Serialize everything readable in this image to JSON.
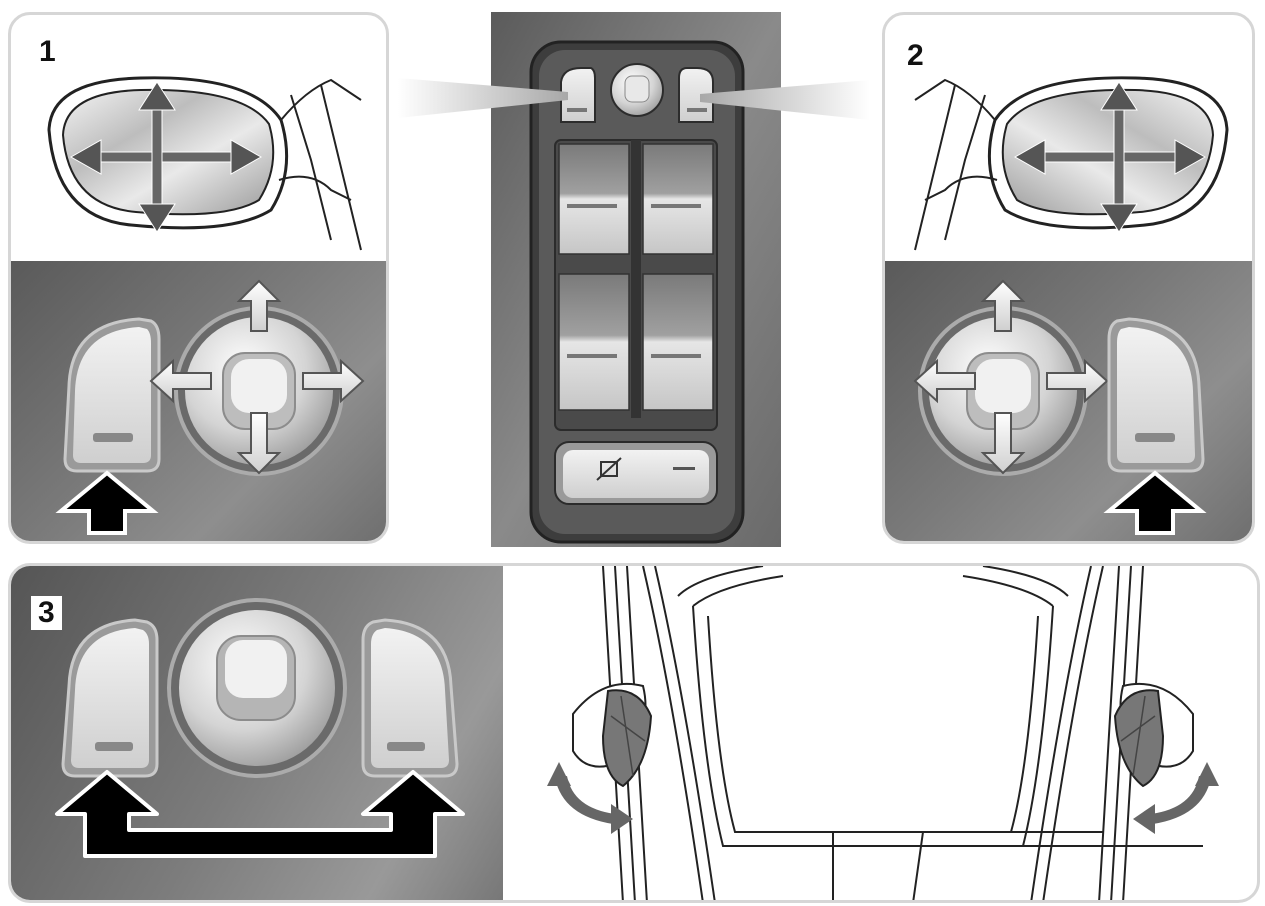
{
  "panels": [
    {
      "id": "panel-1",
      "label": "1"
    },
    {
      "id": "panel-2",
      "label": "2"
    },
    {
      "id": "panel-3",
      "label": "3"
    }
  ],
  "colors": {
    "panel_border": "#d6d6d6",
    "dark_panel": "#6f6f6f",
    "button_light": "#e2e2e2",
    "arrow_black": "#000000",
    "arrow_dark": "#555555"
  },
  "icons": {
    "mirror_fold_button": "mirror-fold-icon",
    "left_select_button": "left-mirror-select-button",
    "right_select_button": "right-mirror-select-button",
    "joystick": "mirror-joystick"
  }
}
